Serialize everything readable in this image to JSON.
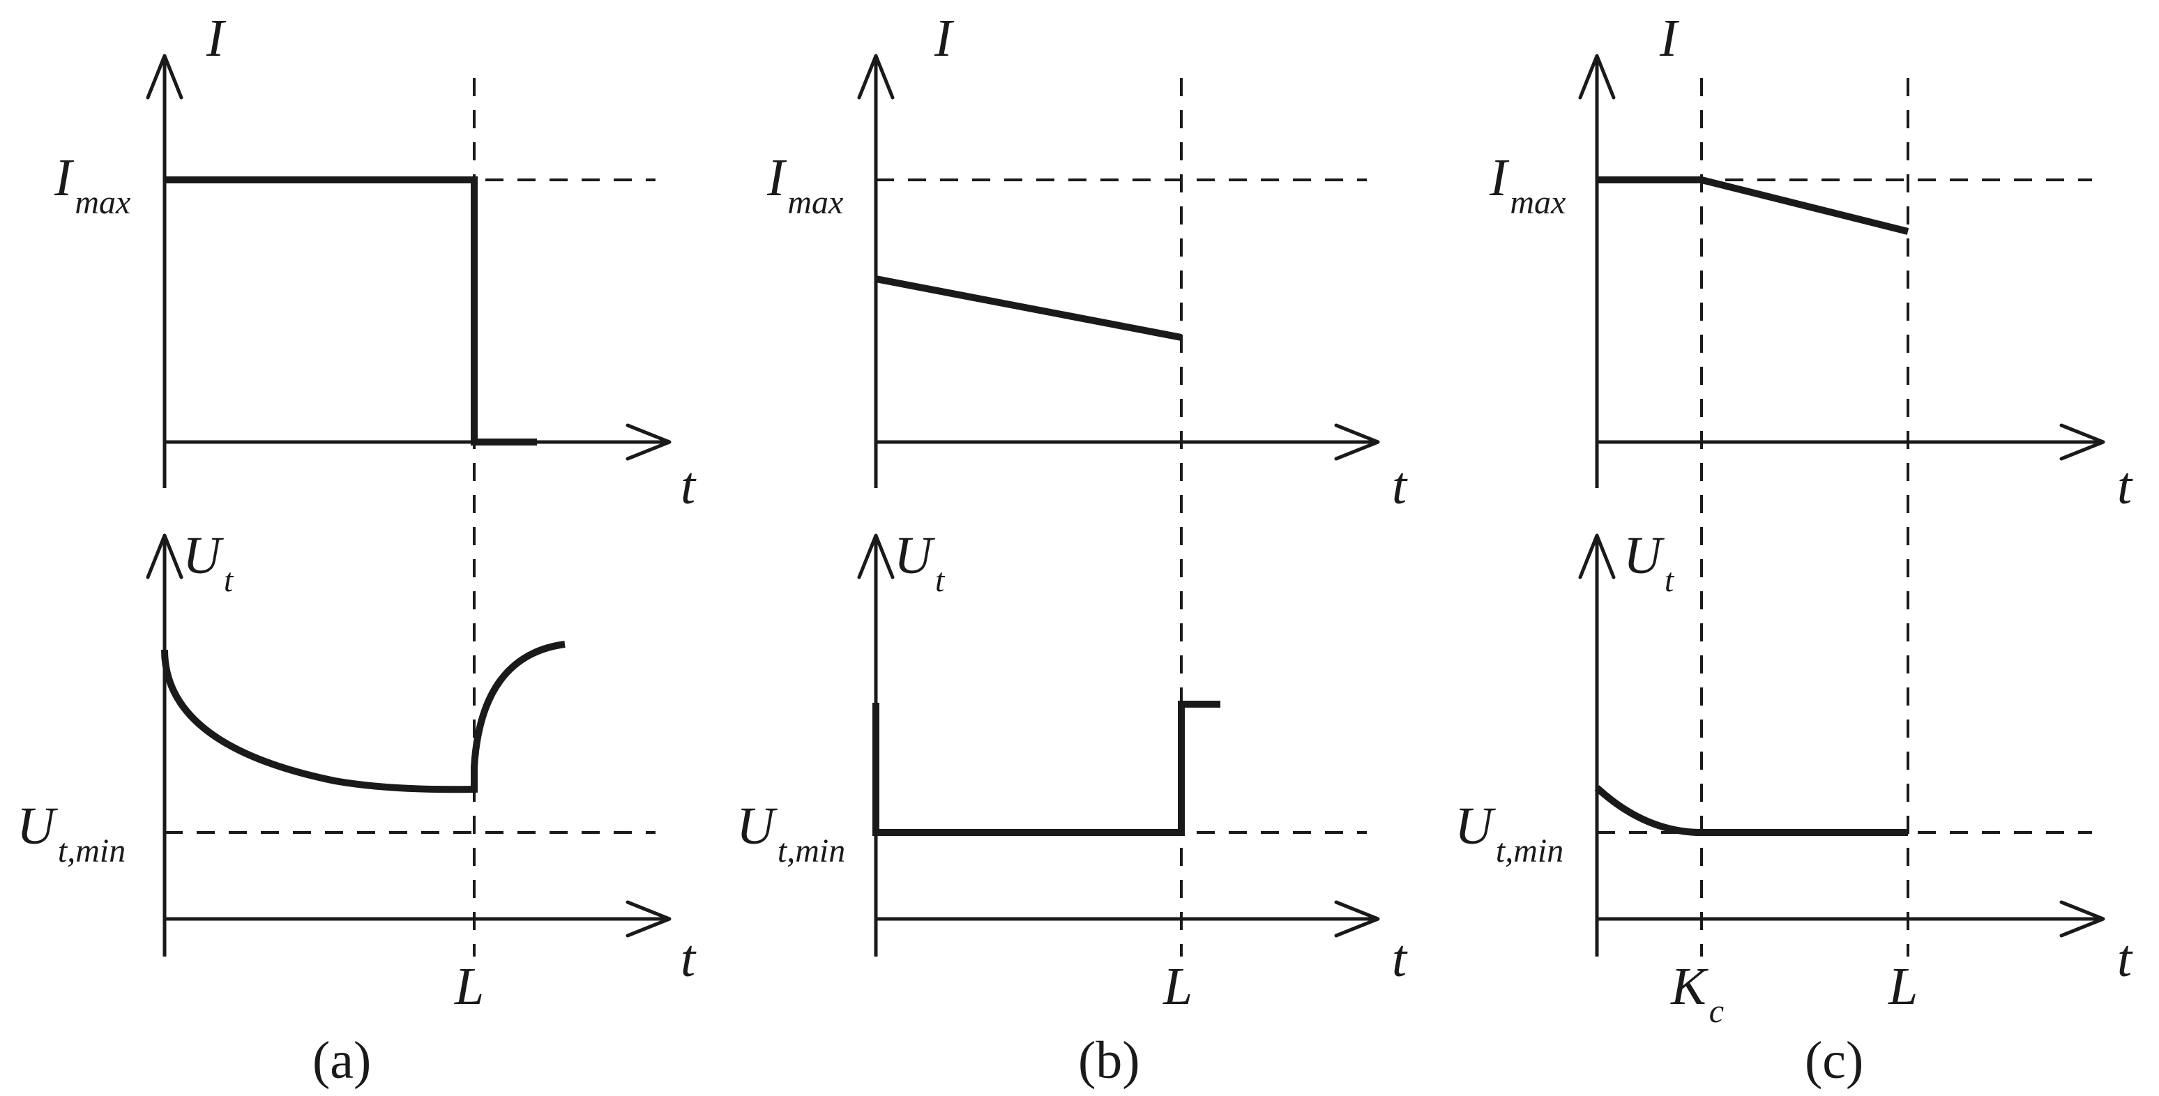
{
  "panels": [
    {
      "id": "a",
      "caption": "(a)",
      "top": {
        "y_label": "I",
        "ref_label": {
          "main": "I",
          "sub": "max"
        },
        "x_label": "t"
      },
      "bottom": {
        "y_label": {
          "main": "U",
          "sub": "t"
        },
        "ref_label": {
          "main": "U",
          "sub": "t,min"
        },
        "x_label": "t"
      },
      "markers": [
        {
          "main": "L",
          "sub": ""
        }
      ]
    },
    {
      "id": "b",
      "caption": "(b)",
      "top": {
        "y_label": "I",
        "ref_label": {
          "main": "I",
          "sub": "max"
        },
        "x_label": "t"
      },
      "bottom": {
        "y_label": {
          "main": "U",
          "sub": "t"
        },
        "ref_label": {
          "main": "U",
          "sub": "t,min"
        },
        "x_label": "t"
      },
      "markers": [
        {
          "main": "L",
          "sub": ""
        }
      ]
    },
    {
      "id": "c",
      "caption": "(c)",
      "top": {
        "y_label": "I",
        "ref_label": {
          "main": "I",
          "sub": "max"
        },
        "x_label": "t"
      },
      "bottom": {
        "y_label": {
          "main": "U",
          "sub": "t"
        },
        "ref_label": {
          "main": "U",
          "sub": "t,min"
        },
        "x_label": "t"
      },
      "markers": [
        {
          "main": "K",
          "sub": "c"
        },
        {
          "main": "L",
          "sub": ""
        }
      ]
    }
  ]
}
